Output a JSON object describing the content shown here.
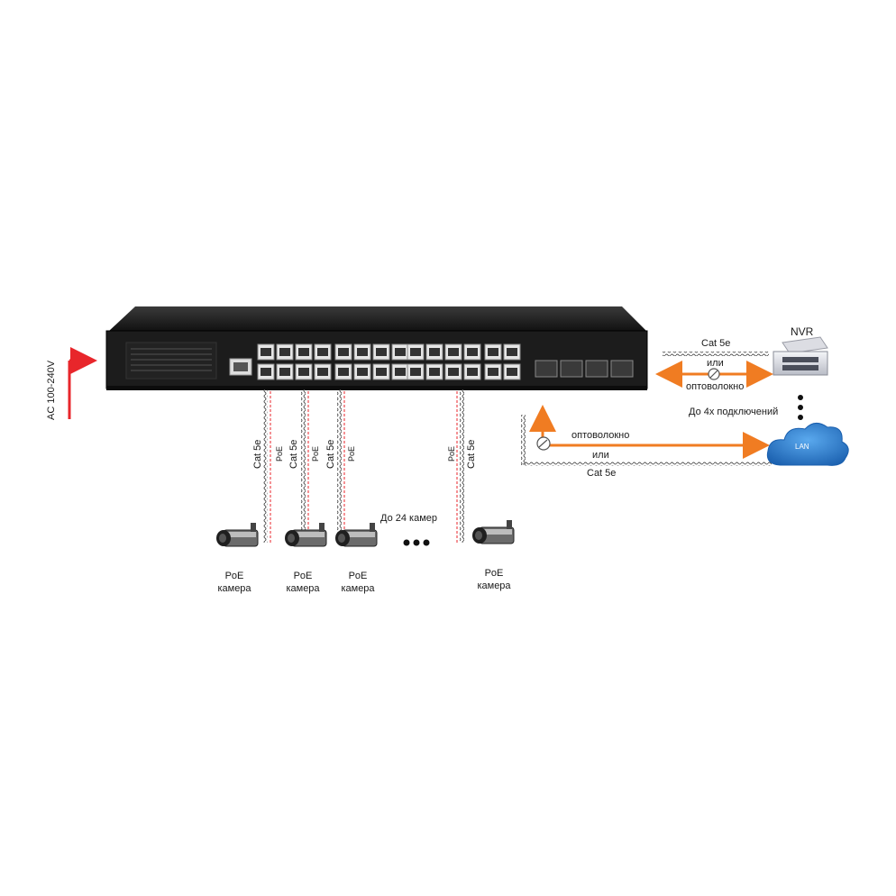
{
  "power": {
    "label": "AC 100-240V",
    "color": "#e8262b"
  },
  "nvr": {
    "title": "NVR",
    "cable_label": "Cat 5e",
    "or_label": "или",
    "fiber_label": "оптоволокно",
    "connections_label": "До 4х подключений"
  },
  "lan": {
    "label": "LAN",
    "fiber_label": "оптоволокно",
    "or_label": "или",
    "cable_label": "Cat 5e"
  },
  "cables": {
    "cat_label": "Cat 5e",
    "poe_label": "PoE"
  },
  "cameras": {
    "items": [
      {
        "line1": "PoE",
        "line2": "камера"
      },
      {
        "line1": "PoE",
        "line2": "камера"
      },
      {
        "line1": "PoE",
        "line2": "камера"
      },
      {
        "line1": "PoE",
        "line2": "камера"
      }
    ],
    "count_label": "До 24 камер"
  },
  "colors": {
    "orange": "#f07c22",
    "red": "#e8262b",
    "switch_body": "#1c1c1c",
    "cloud": "#2b7fd1"
  }
}
